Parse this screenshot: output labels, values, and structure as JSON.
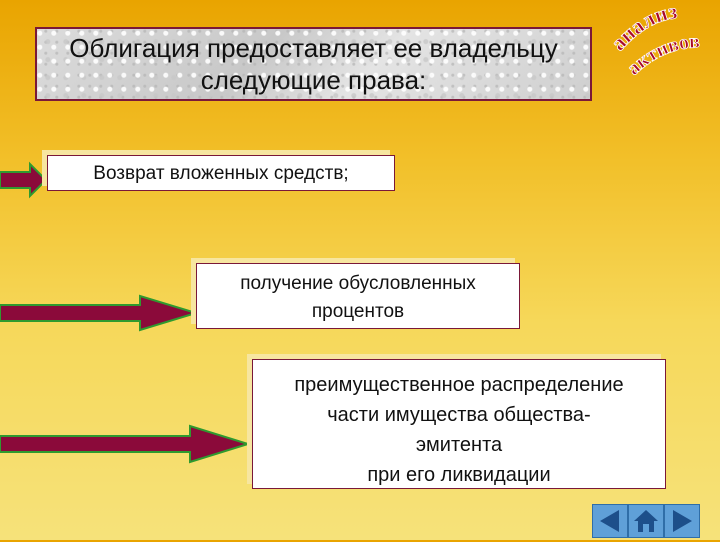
{
  "slide": {
    "title": "Облигация предоставляет ее владельцу\nследующие права:",
    "stamp": {
      "line1": "анализ",
      "line2": "активов"
    },
    "items": [
      {
        "text": "Возврат вложенных средств;"
      },
      {
        "text": "получение обусловленных\nпроцентов"
      },
      {
        "text": "преимущественное распределение\nчасти имущества общества-\nэмитента\nпри его ликвидации"
      }
    ]
  },
  "nav": {
    "icons": [
      "arrow-left-icon",
      "home-icon",
      "arrow-right-icon"
    ]
  },
  "colors": {
    "arrow_fill": "#8b0a3a",
    "arrow_outline": "#2f9a2f",
    "stamp": "#a8082a",
    "nav_button": "#5fa0d8"
  }
}
